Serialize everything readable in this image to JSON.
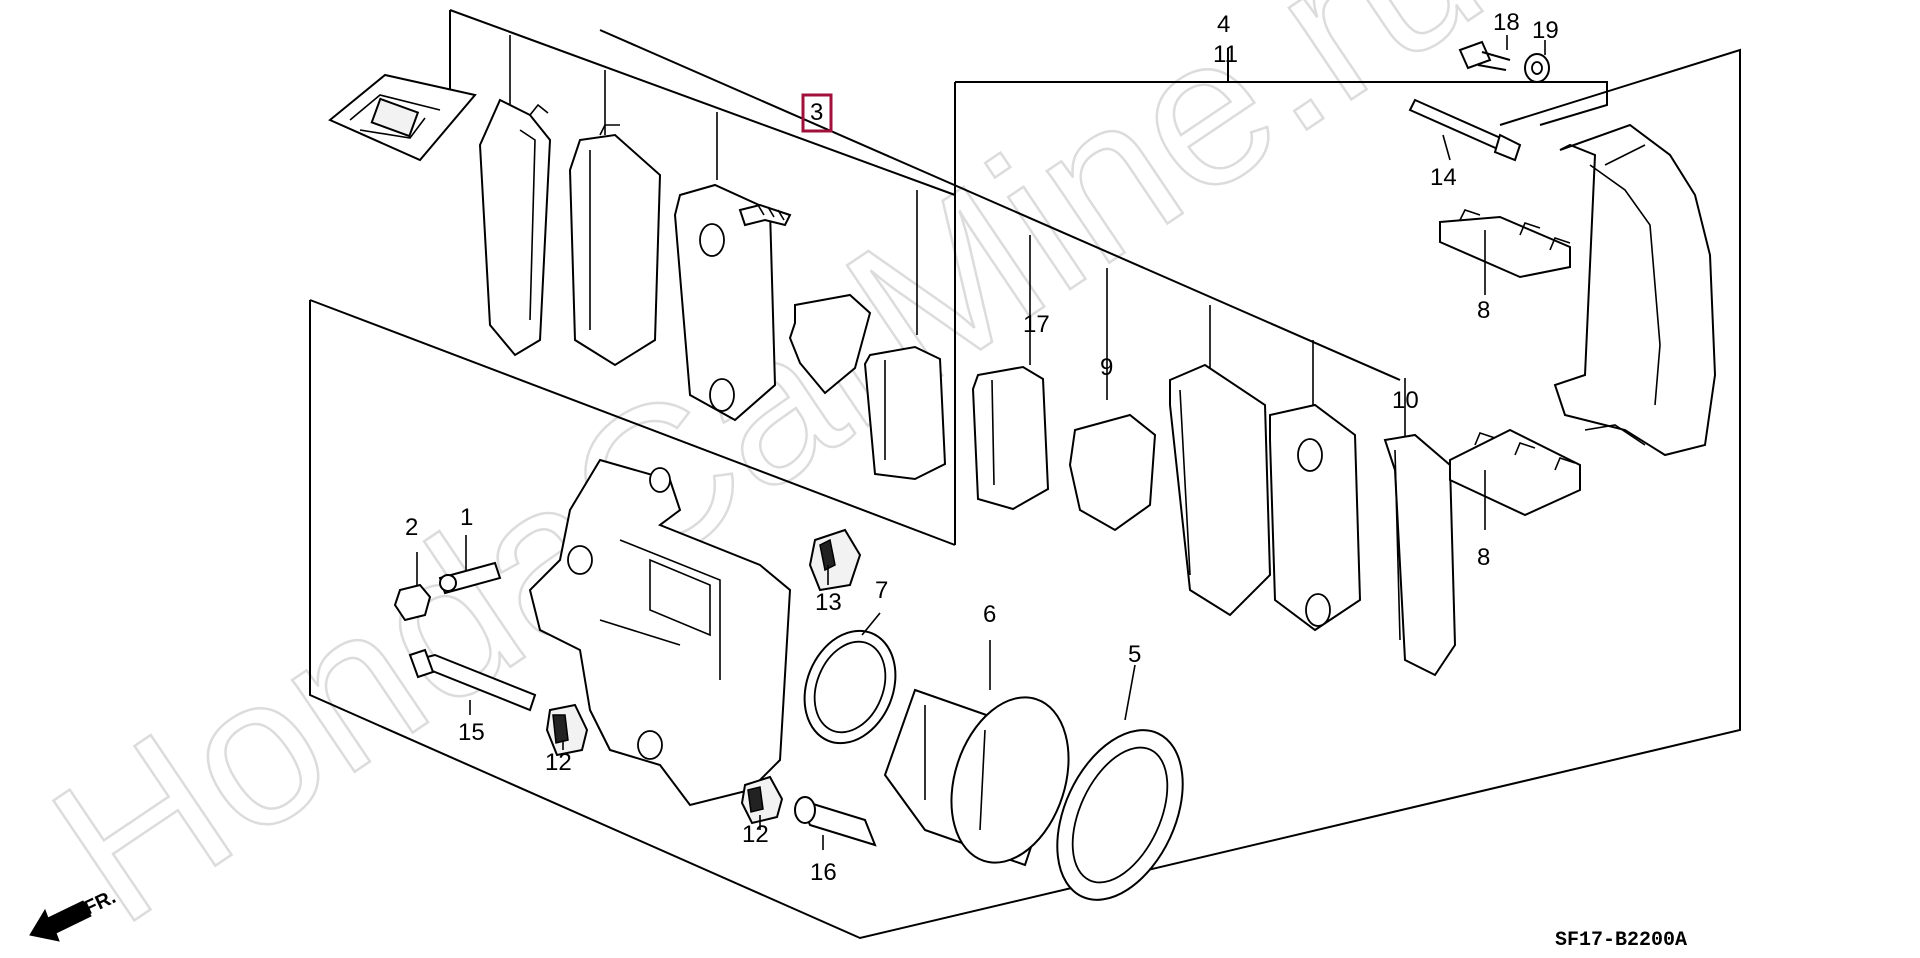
{
  "watermark": "HondaCarMine.ru",
  "diagram_code": "SF17-B2200A",
  "direction_label": "FR.",
  "highlight_color": "#a0103a",
  "callouts": {
    "p1": "1",
    "p2": "2",
    "p3": "3",
    "p4": "4",
    "p5": "5",
    "p6": "6",
    "p7": "7",
    "p8a": "8",
    "p8b": "8",
    "p9": "9",
    "p10": "10",
    "p11": "11",
    "p12a": "12",
    "p12b": "12",
    "p13": "13",
    "p14": "14",
    "p15": "15",
    "p16": "16",
    "p17": "17",
    "p18": "18",
    "p19": "19"
  }
}
